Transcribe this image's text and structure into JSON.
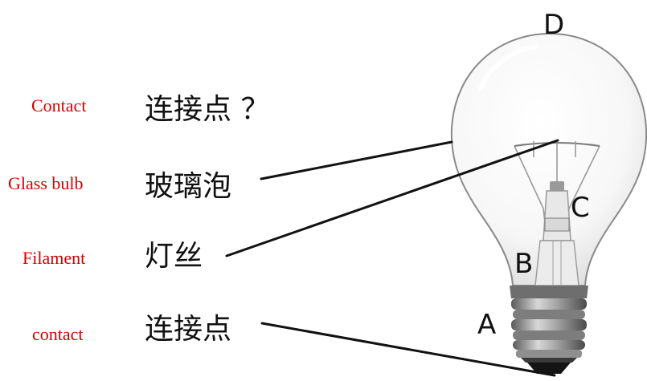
{
  "colors": {
    "english_labels": "#d40000",
    "chinese_labels": "#111111",
    "leader_lines": "#111111",
    "bulb_outline": "#8a8a8a",
    "bulb_fill": "#f4f4f4",
    "screw_base": "#9b9b9b",
    "contact_tip": "#141414"
  },
  "rows": [
    {
      "english": "Contact",
      "chinese": "连接点 ？"
    },
    {
      "english": "Glass bulb",
      "chinese": "玻璃泡"
    },
    {
      "english": "Filament",
      "chinese": "灯丝"
    },
    {
      "english": "contact",
      "chinese": "连接点"
    }
  ],
  "bulb_letters": {
    "a": "A",
    "b": "B",
    "c": "C",
    "d": "D"
  },
  "icons": {
    "bulb": "light-bulb-icon"
  }
}
